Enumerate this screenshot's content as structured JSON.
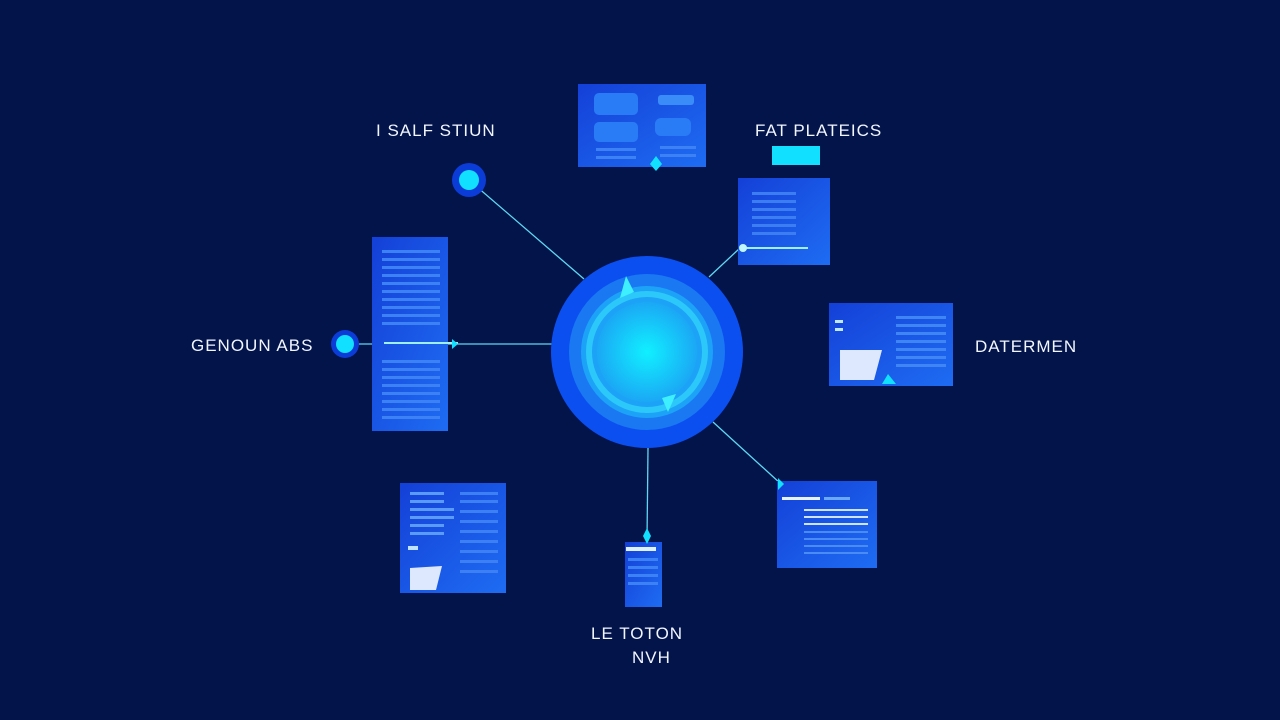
{
  "labels": {
    "top_left": "I  SALF STIUN",
    "top_right": "FAT PLATEICS",
    "left": "GENOUN ABS",
    "right": "DATERMEN",
    "bottom_line1": "LE TOTON",
    "bottom_line2": "NVH"
  },
  "colors": {
    "background": "#03144b",
    "panel": "#1a4fe0",
    "accent": "#12e0ff",
    "hub_outer": "#0b4ff0"
  }
}
